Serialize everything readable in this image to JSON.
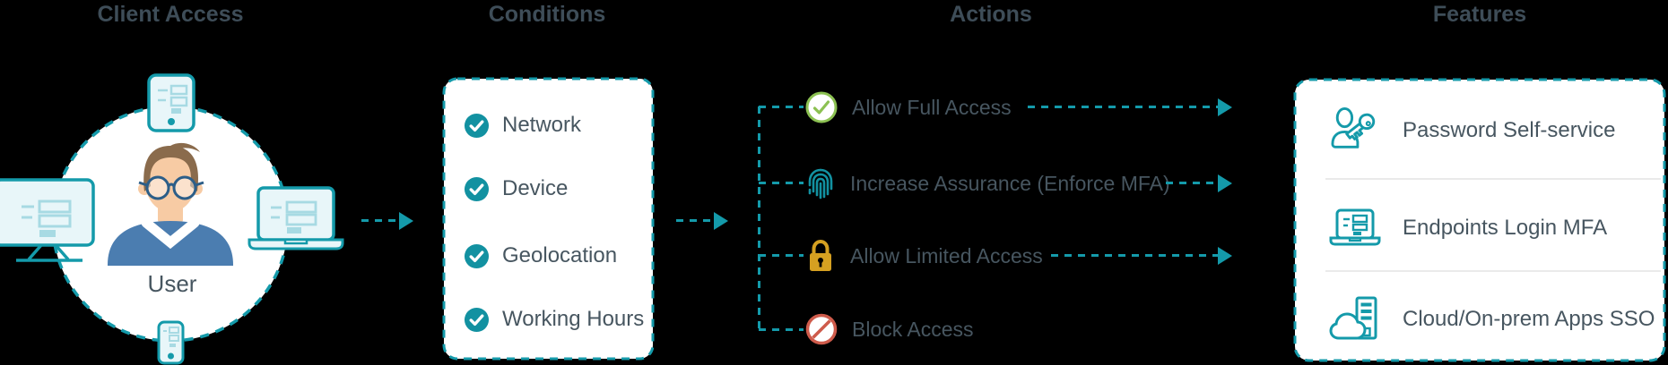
{
  "colors": {
    "teal": "#149AAA",
    "check_circle": "#1291A1",
    "green": "#8CC152",
    "gold": "#D5A021",
    "red": "#CE5B4B",
    "title_text": "#3E4D58",
    "body_text": "#475660"
  },
  "sections": {
    "client_access": {
      "title": "Client Access",
      "user_label": "User",
      "devices": [
        "monitor",
        "tablet",
        "laptop",
        "phone"
      ]
    },
    "conditions": {
      "title": "Conditions",
      "items": [
        {
          "icon": "check-circle-icon",
          "label": "Network"
        },
        {
          "icon": "check-circle-icon",
          "label": "Device"
        },
        {
          "icon": "check-circle-icon",
          "label": "Geolocation"
        },
        {
          "icon": "check-circle-icon",
          "label": "Working Hours"
        }
      ]
    },
    "actions": {
      "title": "Actions",
      "items": [
        {
          "icon": "allow-check-icon",
          "label": "Allow Full Access",
          "arrow_to_features": true
        },
        {
          "icon": "fingerprint-icon",
          "label": "Increase Assurance (Enforce MFA)",
          "arrow_to_features": true
        },
        {
          "icon": "padlock-icon",
          "label": "Allow Limited Access",
          "arrow_to_features": true
        },
        {
          "icon": "block-icon",
          "label": "Block Access",
          "arrow_to_features": false
        }
      ]
    },
    "features": {
      "title": "Features",
      "items": [
        {
          "icon": "password-key-icon",
          "label": "Password Self-service"
        },
        {
          "icon": "endpoint-laptop-icon",
          "label": "Endpoints Login MFA"
        },
        {
          "icon": "cloud-server-icon",
          "label": "Cloud/On-prem Apps SSO"
        }
      ]
    }
  }
}
